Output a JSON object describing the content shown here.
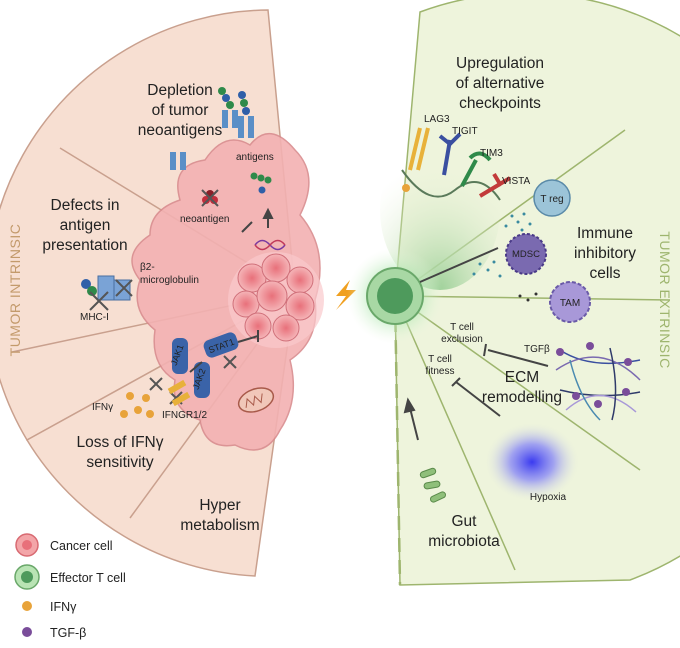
{
  "left_side_label": "TUMOR INTRINSIC",
  "right_side_label": "TUMOR EXTRINSIC",
  "intrinsic": {
    "depletion": {
      "line1": "Depletion",
      "line2": "of tumor",
      "line3": "neoantigens"
    },
    "antigens_label": "antigens",
    "neoantigen_label": "neoantigen",
    "defects": {
      "line1": "Defects in",
      "line2": "antigen",
      "line3": "presentation"
    },
    "b2m": {
      "line1": "β2-",
      "line2": "microglobulin"
    },
    "mhc_label": "MHC-I",
    "jak1_label": "JAK1",
    "jak2_label": "JAK2",
    "stat1_label": "STAT1",
    "ifng_label": "IFNγ",
    "ifngr_label": "IFNGR1/2",
    "loss_ifng": {
      "line1": "Loss of IFNγ",
      "line2": "sensitivity"
    },
    "hyper": {
      "line1": "Hyper",
      "line2": "metabolism"
    }
  },
  "extrinsic": {
    "upregulation": {
      "line1": "Upregulation",
      "line2": "of alternative",
      "line3": "checkpoints"
    },
    "checkpoints": [
      "LAG3",
      "TIGIT",
      "TIM3",
      "VISTA"
    ],
    "treg_label": "T reg",
    "mdsc_label": "MDSC",
    "tam_label": "TAM",
    "immune_inhibitory": {
      "line1": "Immune",
      "line2": "inhibitory",
      "line3": "cells"
    },
    "t_cell_exclusion": {
      "line1": "T cell",
      "line2": "exclusion"
    },
    "t_cell_fitness": {
      "line1": "T cell",
      "line2": "fitness"
    },
    "tgfb_label": "TGFβ",
    "ecm": {
      "line1": "ECM",
      "line2": "remodelling"
    },
    "hypoxia_label": "Hypoxia",
    "gut": {
      "line1": "Gut",
      "line2": "microbiota"
    }
  },
  "legend": {
    "items": [
      {
        "label": "Cancer cell",
        "icon": "cancer-cell-icon"
      },
      {
        "label": "Effector T cell",
        "icon": "effector-t-cell-icon"
      },
      {
        "label": "IFNγ",
        "icon": "ifng-dot-icon",
        "color": "#e8a33a"
      },
      {
        "label": "TGF-β",
        "icon": "tgfb-dot-icon",
        "color": "#7a4d9a"
      }
    ]
  },
  "colors": {
    "intrinsic_fill": "#f7dfd2",
    "extrinsic_fill": "#eef4dc",
    "tumor_fill": "#f2a5a8",
    "t_cell": "#7fbf8c",
    "ifng_dot": "#e8a33a",
    "tgfb_dot": "#7a4d9a"
  }
}
